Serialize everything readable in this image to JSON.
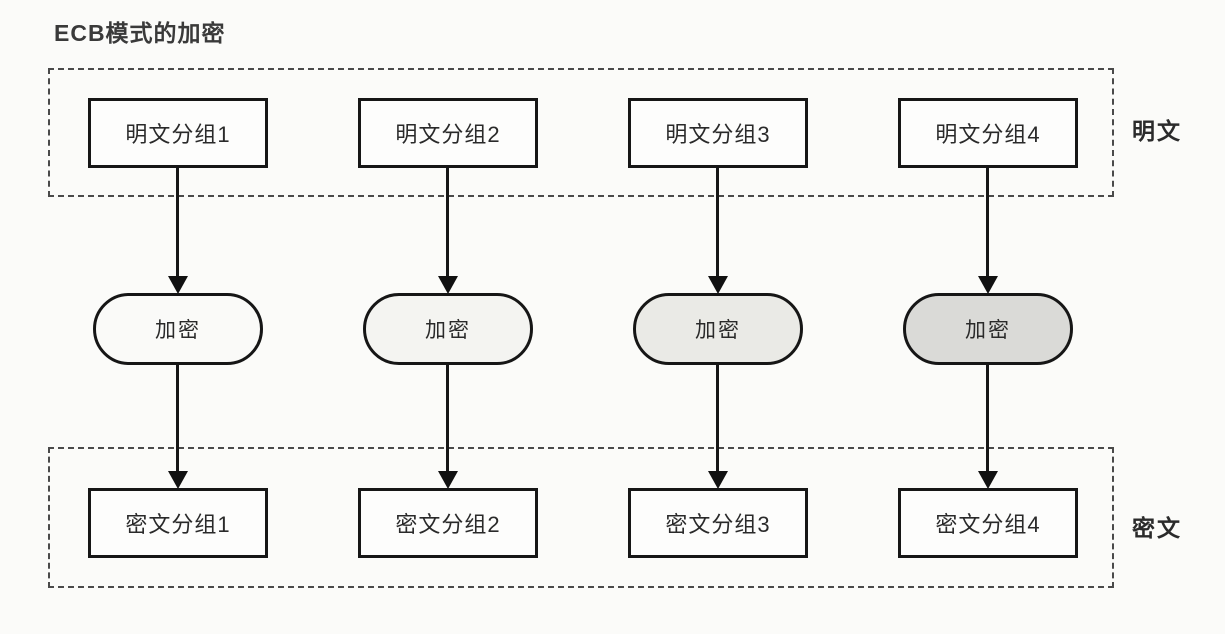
{
  "title": "ECB模式的加密",
  "regions": {
    "plaintext_label": "明文",
    "ciphertext_label": "密文"
  },
  "colors": {
    "background": "#fbfbf9",
    "line": "#161616",
    "dashed_border": "#4a4a4a",
    "block_fill": "#fdfdfc",
    "pill_fills": [
      "#fafaf8",
      "#f4f4f1",
      "#eaeae6",
      "#dadad7"
    ]
  },
  "columns": [
    {
      "plaintext_label": "明文分组1",
      "encrypt_label": "加密",
      "ciphertext_label": "密文分组1",
      "pill_fill": "#fafaf8"
    },
    {
      "plaintext_label": "明文分组2",
      "encrypt_label": "加密",
      "ciphertext_label": "密文分组2",
      "pill_fill": "#f4f4f1"
    },
    {
      "plaintext_label": "明文分组3",
      "encrypt_label": "加密",
      "ciphertext_label": "密文分组3",
      "pill_fill": "#eaeae6"
    },
    {
      "plaintext_label": "明文分组4",
      "encrypt_label": "加密",
      "ciphertext_label": "密文分组4",
      "pill_fill": "#dadad7"
    }
  ]
}
